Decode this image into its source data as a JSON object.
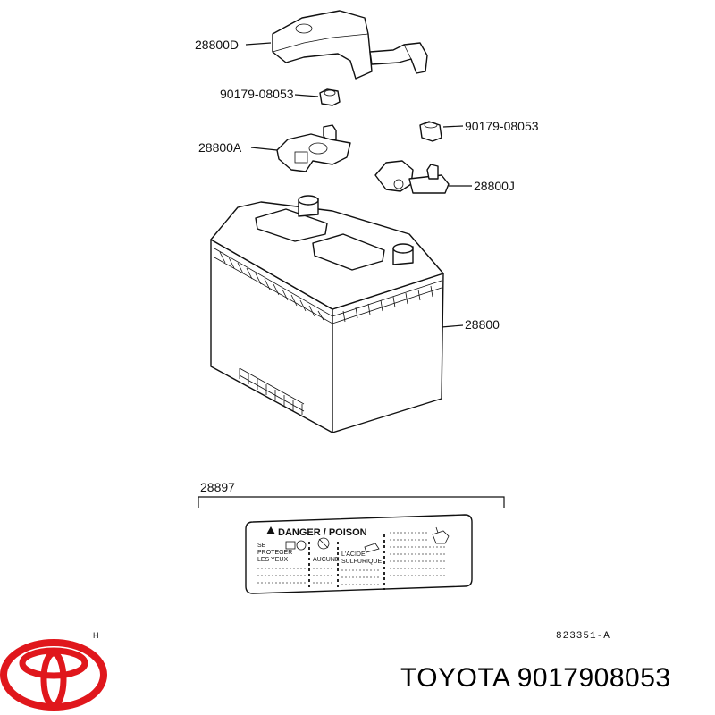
{
  "parts": {
    "cover": "28800D",
    "nut_top": "90179-08053",
    "nut_right": "90179-08053",
    "clamp_neg": "28800A",
    "clamp_pos": "28800J",
    "battery": "28800",
    "label": "28897"
  },
  "warning_label": {
    "header": "DANGER / POISON",
    "col1": [
      "SE",
      "PROTEGER",
      "LES YEUX"
    ],
    "col2": [
      "AUCUNE"
    ],
    "col3": [
      "L'ACIDE",
      "SULFURIQUE"
    ]
  },
  "footer": {
    "left_code": "H",
    "diagram_code": "823351-A",
    "brand_text": "TOYOTA 9017908053"
  },
  "colors": {
    "logo": "#e0171c",
    "ink": "#111111"
  }
}
